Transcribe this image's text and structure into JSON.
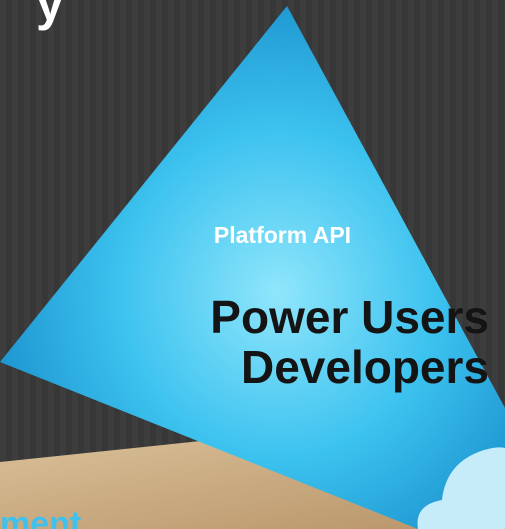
{
  "slide": {
    "top_word_fragment": "y",
    "subtitle": "Platform API",
    "headline_line1": "Power Users",
    "headline_line2": "Developers",
    "bottom_word_fragment": "ment"
  },
  "colors": {
    "background": "#3b3b3b",
    "triangle_light": "#5fd4f6",
    "triangle_dark": "#0f86c6",
    "tan_band": "#d2b48a",
    "cloud": "#bfe9f8",
    "headline_text": "#141414",
    "bottom_text": "#3fc1ee"
  }
}
